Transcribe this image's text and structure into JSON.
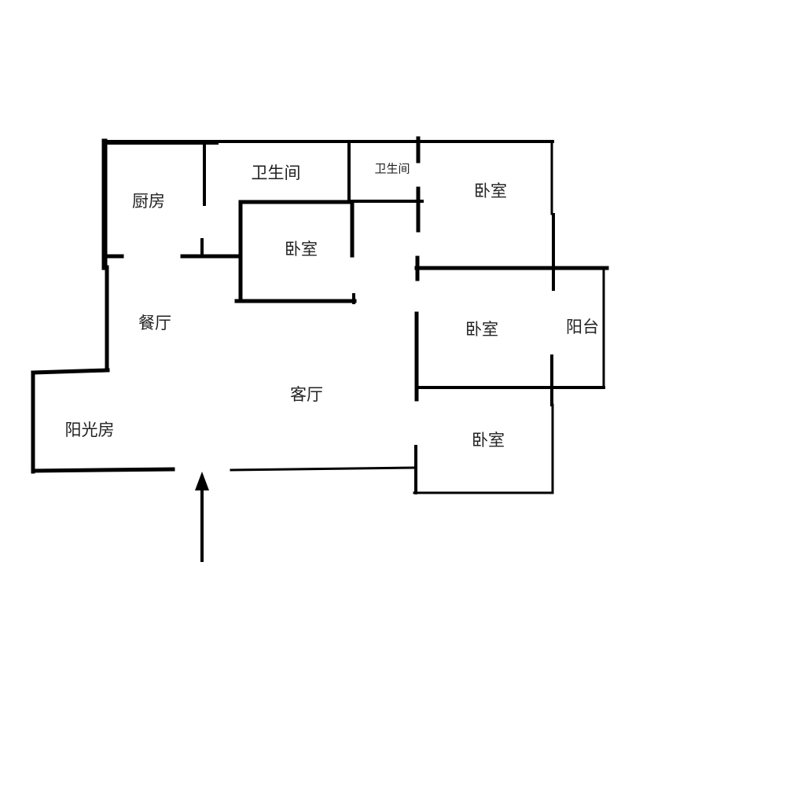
{
  "plan": {
    "wall_color": "#000000",
    "rooms": {
      "kitchen": "厨房",
      "bathroom_main": "卫生间",
      "bathroom_small": "卫生间",
      "bedroom_small": "卧室",
      "bedroom_top_right": "卧室",
      "bedroom_middle_right": "卧室",
      "bedroom_bottom_right": "卧室",
      "dining_room": "餐厅",
      "living_room": "客厅",
      "sunroom": "阳光房",
      "balcony": "阳台"
    },
    "entrance_icon": "arrow-up-icon"
  }
}
